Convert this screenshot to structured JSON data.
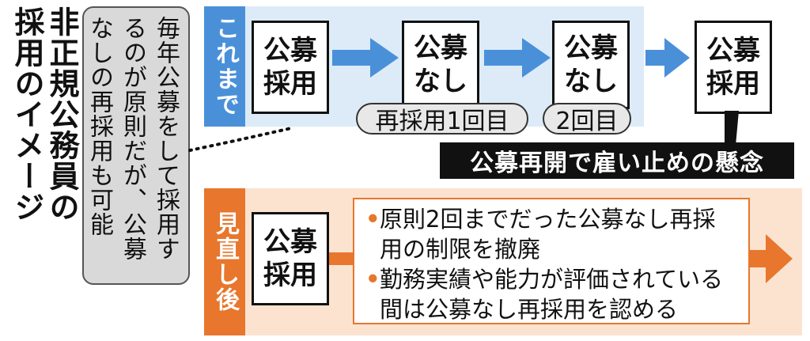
{
  "title": "非正規公務員の採用のイメージ",
  "note": "毎年公募をして採用するのが原則だが、公募なしの再採用も可能",
  "before": {
    "label": "これまで",
    "steps": [
      "公募採用",
      "公募なし",
      "公募なし",
      "公募採用"
    ],
    "tags": [
      "再採用1回目",
      "2回目"
    ]
  },
  "concern": "公募再開で雇い止めの懸念",
  "after": {
    "label": "見直し後",
    "step": "公募採用",
    "bullets": [
      "原則2回までだった公募なし再採用の制限を撤廃",
      "勤務実績や能力が評価されている間は公募なし再採用を認める"
    ]
  },
  "colors": {
    "blue": "#4a90d9",
    "orange": "#e8762c",
    "light_blue": "#dcebf7",
    "light_orange": "#fbe3d0"
  }
}
